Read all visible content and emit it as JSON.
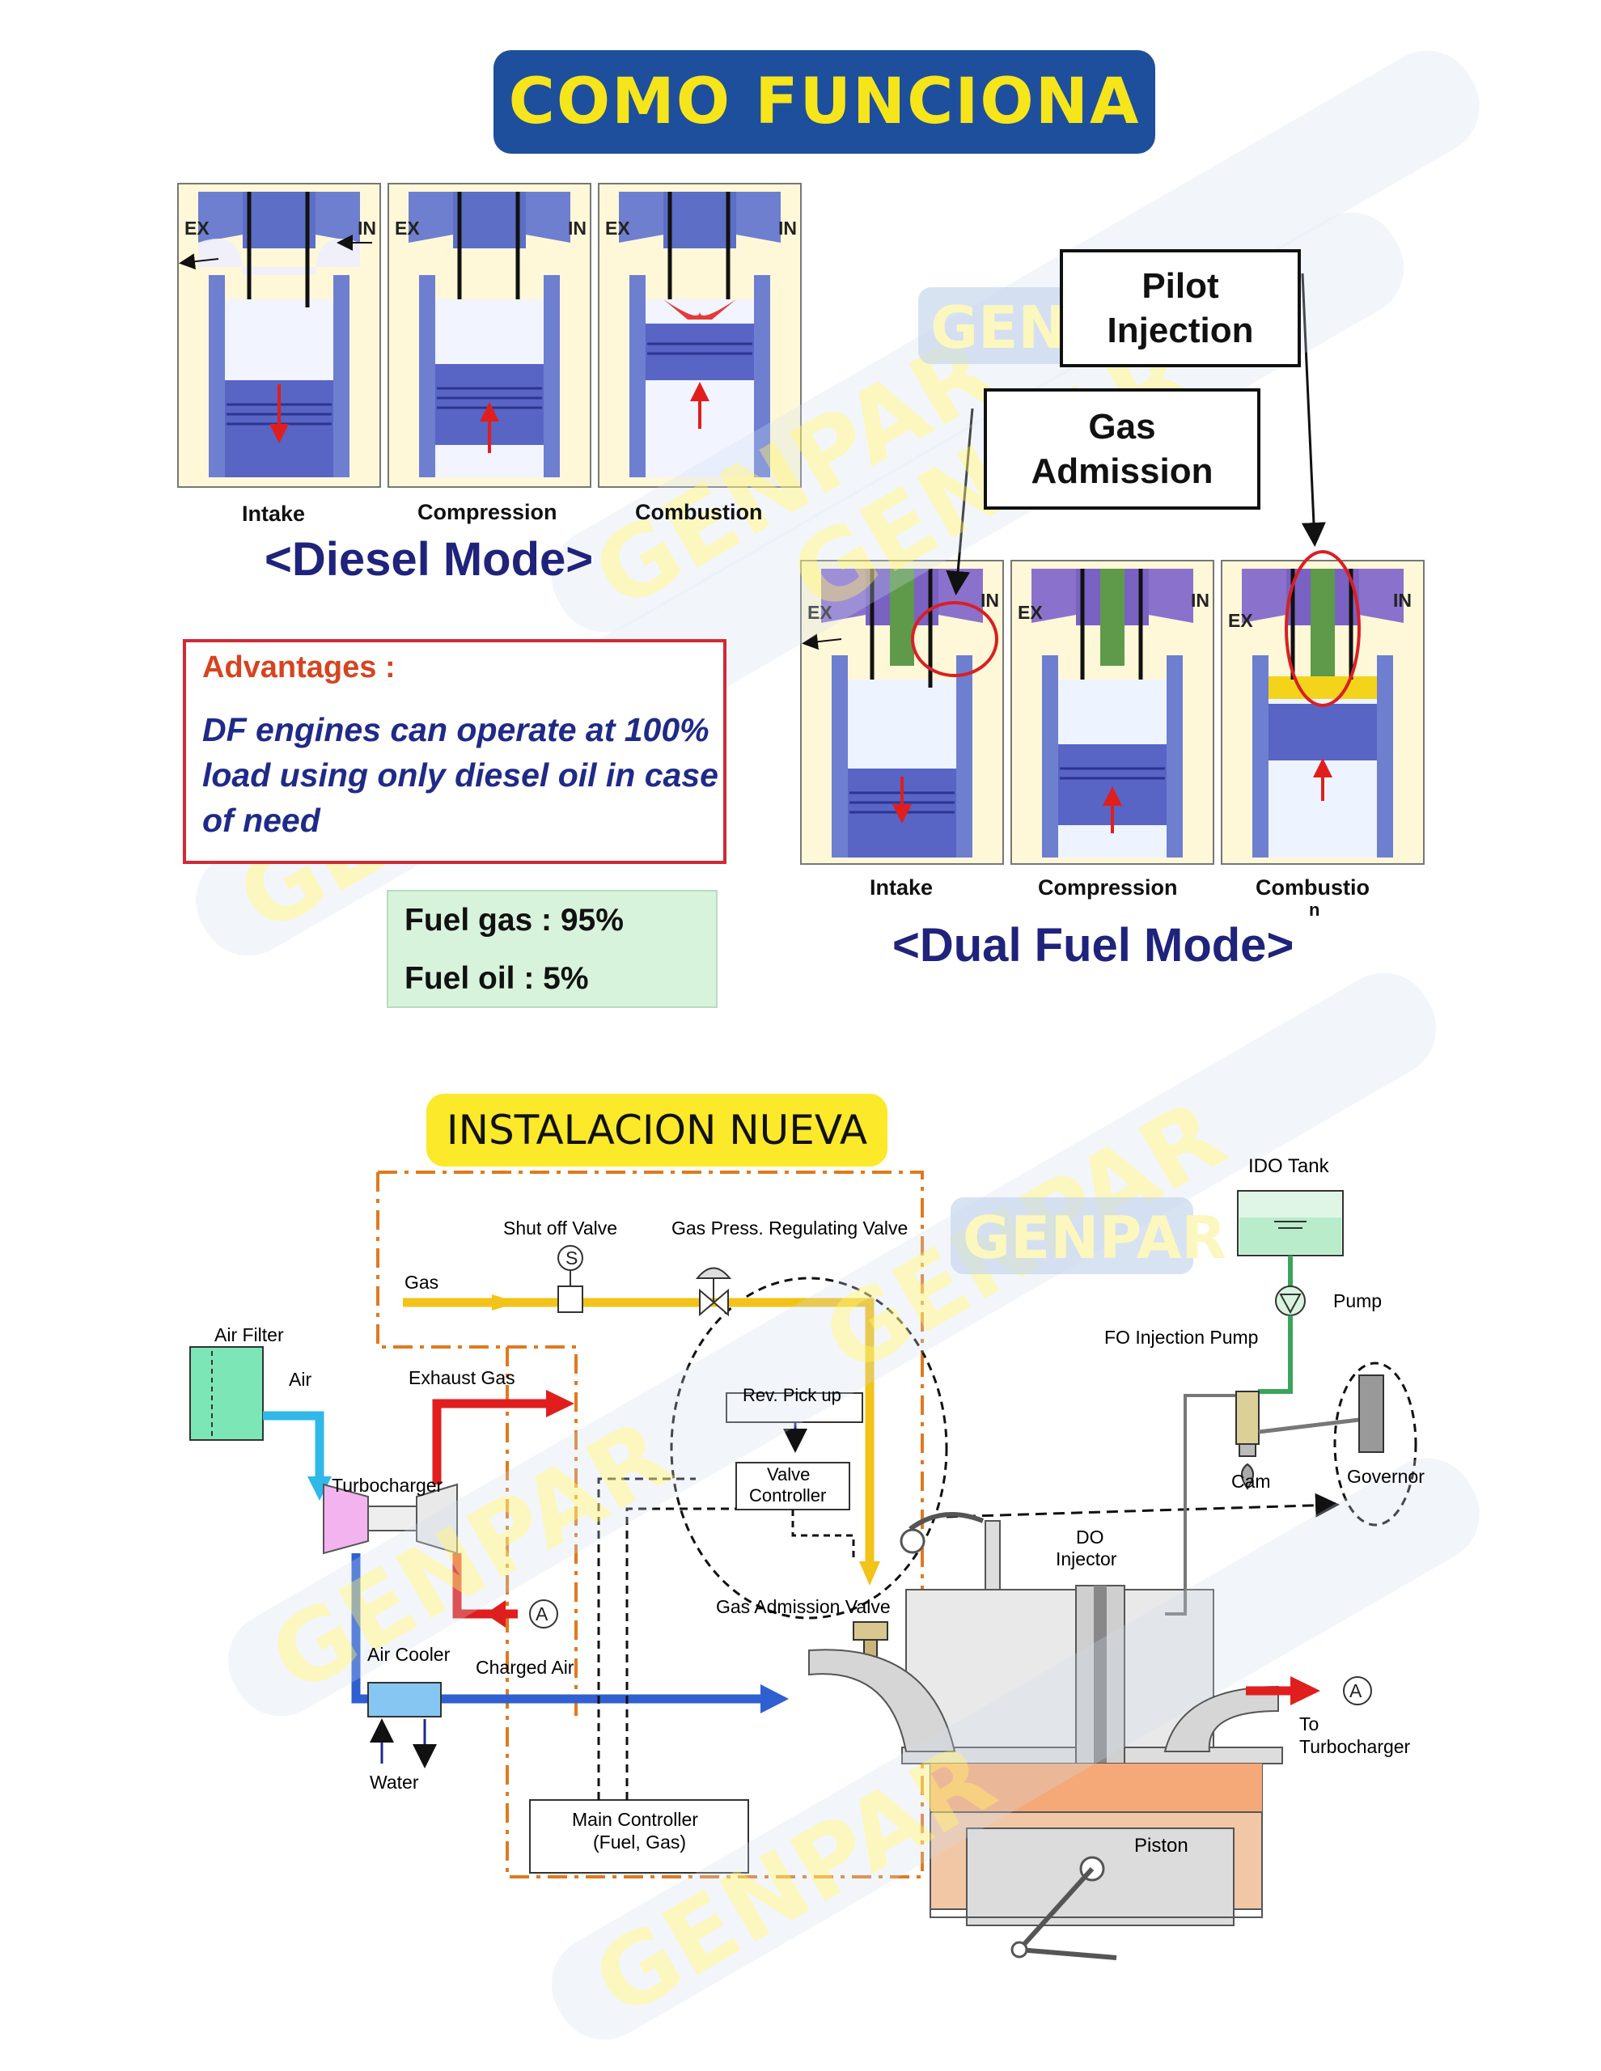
{
  "title": "COMO FUNCIONA",
  "watermark": "GENPAR",
  "diesel": {
    "steps": [
      "Intake",
      "Compression",
      "Combustion"
    ],
    "mode": "<Diesel Mode>",
    "labels": {
      "ex": "EX",
      "in": "IN"
    }
  },
  "dual": {
    "pilot": [
      "Pilot",
      "Injection"
    ],
    "gas": [
      "Gas",
      "Admission"
    ],
    "steps": [
      "Intake",
      "Compression",
      "Combustio",
      "n"
    ],
    "mode": "<Dual Fuel Mode>"
  },
  "advantages": {
    "heading": "Advantages :",
    "body": "DF engines can operate at 100% load using only diesel oil in case of need"
  },
  "fuel": {
    "gas": "Fuel gas : 95%",
    "oil": "Fuel oil : 5%"
  },
  "section2": "INSTALACION NUEVA",
  "schematic": {
    "ido_tank": "IDO Tank",
    "pump": "Pump",
    "fo_pump": "FO Injection Pump",
    "cam": "Cam",
    "governor": "Governor",
    "shut_off": "Shut off Valve",
    "gas_press": "Gas Press. Regulating Valve",
    "gas": "Gas",
    "s": "S",
    "air_filter": "Air Filter",
    "air": "Air",
    "exhaust": "Exhaust Gas",
    "turbo": "Turbocharger",
    "a": "A",
    "rev_pick": "Rev. Pick up",
    "valve_ctrl_1": "Valve",
    "valve_ctrl_2": "Controller",
    "gas_adm_valve": "Gas Admission Valve",
    "air_cooler": "Air Cooler",
    "charged_air": "Charged Air",
    "water": "Water",
    "main_ctrl_1": "Main Controller",
    "main_ctrl_2": "(Fuel, Gas)",
    "do_inj_1": "DO",
    "do_inj_2": "Injector",
    "piston": "Piston",
    "to_turbo_1": "To",
    "to_turbo_2": "Turbocharger"
  },
  "colors": {
    "navy": "#1e4f9c",
    "yellow": "#f6e51b",
    "gas": "#f2c318",
    "exhaust": "#e01e1e",
    "air": "#2fb8e8",
    "charged": "#2f5fd0",
    "control": "#e07a1f"
  }
}
